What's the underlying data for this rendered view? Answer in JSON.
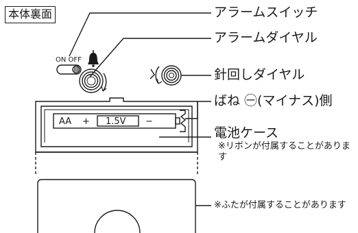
{
  "title": "本体裏面",
  "switch_marking": "ON OFF",
  "labels": {
    "alarm_switch": "アラームスイッチ",
    "alarm_dial": "アラームダイヤル",
    "hand_dial": "針回しダイヤル",
    "spring": "ばね ㊀(マイナス)側",
    "battery_case": "電池ケース",
    "ribbon_note": "※リボンが付属することがあります",
    "lid_note": "※ふたが付属することがあります"
  },
  "battery": {
    "size": "AA",
    "plus": "+",
    "voltage": "1.5V",
    "minus": "−"
  }
}
